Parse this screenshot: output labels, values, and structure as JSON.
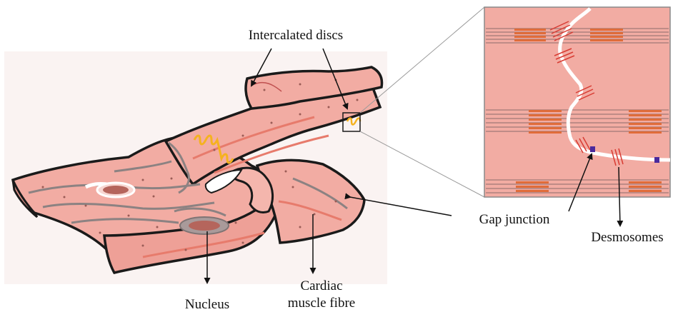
{
  "labels": {
    "intercalated_discs": "Intercalated discs",
    "gap_junction": "Gap junction",
    "desmosomes": "Desmosomes",
    "nucleus": "Nucleus",
    "cardiac_line1": "Cardiac",
    "cardiac_line2": "muscle fibre"
  },
  "colors": {
    "tissue": "#f2aca3",
    "tissue_light": "#f6c2ba",
    "tissue_shadow": "#e28f86",
    "outline": "#1a1a1a",
    "groove": "#8c8282",
    "nucleus": "#b5655c",
    "fibre_line": "#e77b6c",
    "intercalated": "#f5b21f",
    "inset_bg": "#f2aca3",
    "sarcomere": "#e06c3a",
    "desmosome": "#d83c33",
    "gap_junction": "#4b2a9c"
  }
}
